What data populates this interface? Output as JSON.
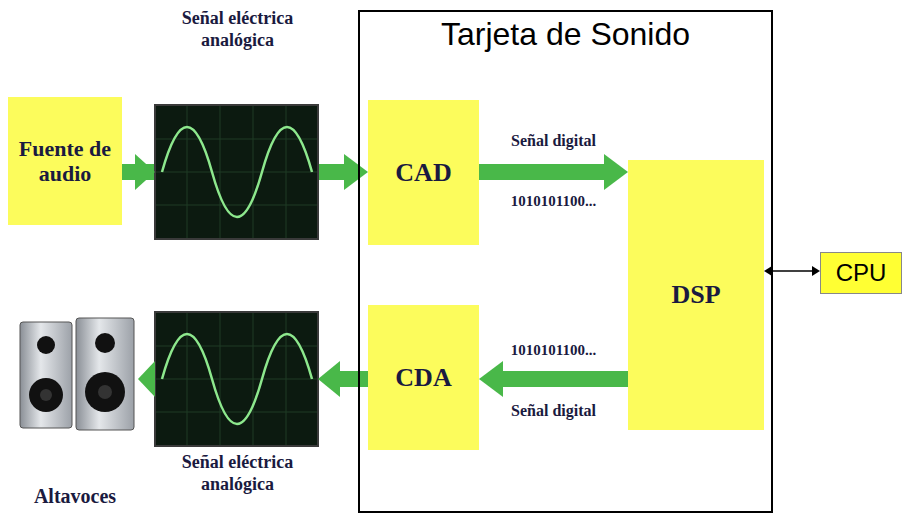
{
  "diagram": {
    "nodes": [
      {
        "text": [
          "Fuente de audio"
        ]
      },
      {
        "text": [
          "Tarjeta de Sonido"
        ]
      },
      {
        "text": [
          "CAD"
        ],
        "in": 1
      },
      {
        "text": [
          "DSP"
        ],
        "in": 1
      },
      {
        "text": [
          "CDA"
        ],
        "in": 1
      },
      {
        "text": [
          "CPU"
        ]
      }
    ],
    "edges": [
      {
        "from": 0,
        "to": 2,
        "arrow": "to"
      },
      {
        "from": 2,
        "to": 3,
        "label": "Señal digital",
        "arrow": "to"
      },
      {
        "from": 3,
        "to": 4,
        "label": "Señal digital",
        "arrow": "to"
      },
      {
        "from": 3,
        "to": 5,
        "arrow": "both"
      }
    ],
    "labels": [
      "Señal eléctrica analógica",
      "1010101100...",
      "1010101100...",
      "Señal eléctrica analógica",
      "Altavoces"
    ]
  }
}
